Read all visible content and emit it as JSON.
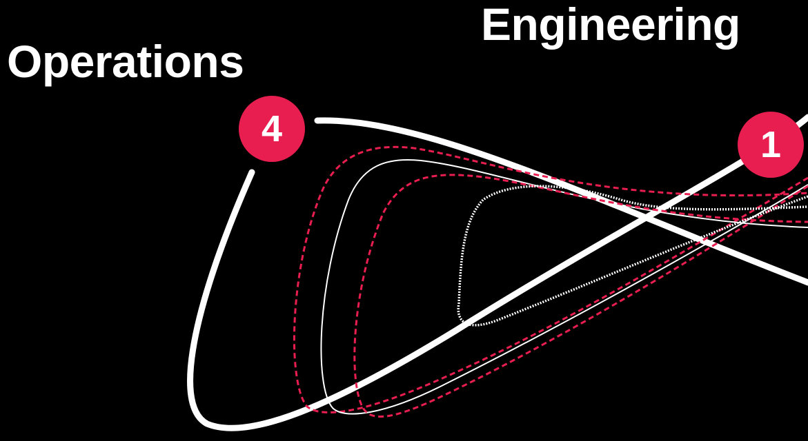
{
  "labels": {
    "operations": "Operations",
    "engineering": "Engineering"
  },
  "badges": [
    {
      "number": "4"
    },
    {
      "number": "1"
    }
  ],
  "colors": {
    "background": "#000000",
    "line": "#ffffff",
    "accent": "#e91e50"
  }
}
